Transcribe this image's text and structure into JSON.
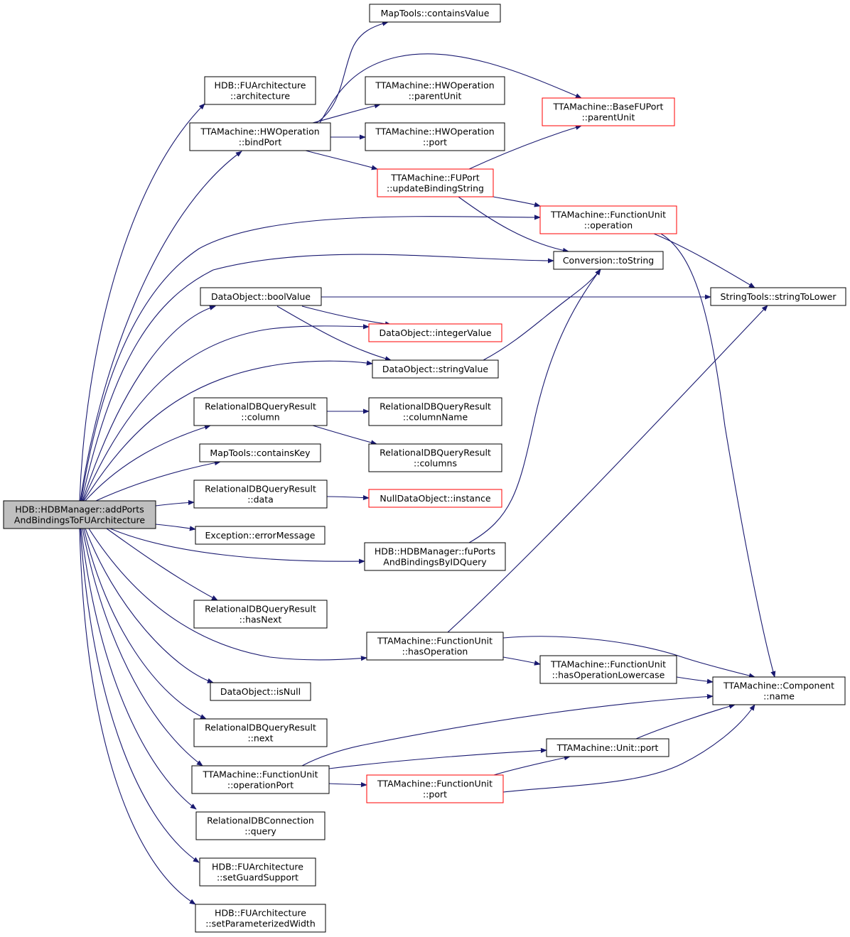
{
  "graph": {
    "root": "n_root",
    "colors": {
      "edge": "#191970",
      "node_border": "#000000",
      "highlight_border": "#ff0000",
      "root_fill": "#bfbfbf",
      "node_fill": "#ffffff"
    },
    "nodes": {
      "n_root": {
        "lines": [
          "HDB::HDBManager::addPorts",
          "AndBindingsToFUArchitecture"
        ],
        "style": "root"
      },
      "n_mt_cv": {
        "lines": [
          "MapTools::containsValue"
        ],
        "style": "normal"
      },
      "n_fua_arch": {
        "lines": [
          "HDB::FUArchitecture",
          "::architecture"
        ],
        "style": "normal"
      },
      "n_hwop_pu": {
        "lines": [
          "TTAMachine::HWOperation",
          "::parentUnit"
        ],
        "style": "normal"
      },
      "n_bfup_pu": {
        "lines": [
          "TTAMachine::BaseFUPort",
          "::parentUnit"
        ],
        "style": "highlight"
      },
      "n_hwop_bind": {
        "lines": [
          "TTAMachine::HWOperation",
          "::bindPort"
        ],
        "style": "normal"
      },
      "n_hwop_port": {
        "lines": [
          "TTAMachine::HWOperation",
          "::port"
        ],
        "style": "normal"
      },
      "n_fup_ubs": {
        "lines": [
          "TTAMachine::FUPort",
          "::updateBindingString"
        ],
        "style": "highlight"
      },
      "n_fu_op": {
        "lines": [
          "TTAMachine::FunctionUnit",
          "::operation"
        ],
        "style": "highlight"
      },
      "n_conv": {
        "lines": [
          "Conversion::toString"
        ],
        "style": "normal"
      },
      "n_do_bool": {
        "lines": [
          "DataObject::boolValue"
        ],
        "style": "normal"
      },
      "n_st_lower": {
        "lines": [
          "StringTools::stringToLower"
        ],
        "style": "normal"
      },
      "n_do_int": {
        "lines": [
          "DataObject::integerValue"
        ],
        "style": "highlight"
      },
      "n_do_str": {
        "lines": [
          "DataObject::stringValue"
        ],
        "style": "normal"
      },
      "n_rq_col": {
        "lines": [
          "RelationalDBQueryResult",
          "::column"
        ],
        "style": "normal"
      },
      "n_rq_colname": {
        "lines": [
          "RelationalDBQueryResult",
          "::columnName"
        ],
        "style": "normal"
      },
      "n_mt_ck": {
        "lines": [
          "MapTools::containsKey"
        ],
        "style": "normal"
      },
      "n_rq_cols": {
        "lines": [
          "RelationalDBQueryResult",
          "::columns"
        ],
        "style": "normal"
      },
      "n_rq_data": {
        "lines": [
          "RelationalDBQueryResult",
          "::data"
        ],
        "style": "normal"
      },
      "n_ndo_inst": {
        "lines": [
          "NullDataObject::instance"
        ],
        "style": "highlight"
      },
      "n_exc_msg": {
        "lines": [
          "Exception::errorMessage"
        ],
        "style": "normal"
      },
      "n_hdb_fupq": {
        "lines": [
          "HDB::HDBManager::fuPorts",
          "AndBindingsByIDQuery"
        ],
        "style": "normal"
      },
      "n_rq_hasnext": {
        "lines": [
          "RelationalDBQueryResult",
          "::hasNext"
        ],
        "style": "normal"
      },
      "n_fu_hasop": {
        "lines": [
          "TTAMachine::FunctionUnit",
          "::hasOperation"
        ],
        "style": "normal"
      },
      "n_fu_hasoplc": {
        "lines": [
          "TTAMachine::FunctionUnit",
          "::hasOperationLowercase"
        ],
        "style": "normal"
      },
      "n_comp_name": {
        "lines": [
          "TTAMachine::Component",
          "::name"
        ],
        "style": "normal"
      },
      "n_do_isnull": {
        "lines": [
          "DataObject::isNull"
        ],
        "style": "normal"
      },
      "n_rq_next": {
        "lines": [
          "RelationalDBQueryResult",
          "::next"
        ],
        "style": "normal"
      },
      "n_unit_port": {
        "lines": [
          "TTAMachine::Unit::port"
        ],
        "style": "normal"
      },
      "n_fu_opport": {
        "lines": [
          "TTAMachine::FunctionUnit",
          "::operationPort"
        ],
        "style": "normal"
      },
      "n_fu_port": {
        "lines": [
          "TTAMachine::FunctionUnit",
          "::port"
        ],
        "style": "highlight"
      },
      "n_rc_query": {
        "lines": [
          "RelationalDBConnection",
          "::query"
        ],
        "style": "normal"
      },
      "n_fua_guard": {
        "lines": [
          "HDB::FUArchitecture",
          "::setGuardSupport"
        ],
        "style": "normal"
      },
      "n_fua_paramw": {
        "lines": [
          "HDB::FUArchitecture",
          "::setParameterizedWidth"
        ],
        "style": "normal"
      }
    },
    "edges": [
      [
        "n_root",
        "n_fua_arch"
      ],
      [
        "n_root",
        "n_hwop_bind"
      ],
      [
        "n_root",
        "n_fu_op"
      ],
      [
        "n_root",
        "n_conv"
      ],
      [
        "n_root",
        "n_do_bool"
      ],
      [
        "n_root",
        "n_do_int"
      ],
      [
        "n_root",
        "n_do_str"
      ],
      [
        "n_root",
        "n_rq_col"
      ],
      [
        "n_root",
        "n_mt_ck"
      ],
      [
        "n_root",
        "n_rq_data"
      ],
      [
        "n_root",
        "n_exc_msg"
      ],
      [
        "n_root",
        "n_hdb_fupq"
      ],
      [
        "n_root",
        "n_rq_hasnext"
      ],
      [
        "n_root",
        "n_fu_hasop"
      ],
      [
        "n_root",
        "n_do_isnull"
      ],
      [
        "n_root",
        "n_rq_next"
      ],
      [
        "n_root",
        "n_fu_opport"
      ],
      [
        "n_root",
        "n_rc_query"
      ],
      [
        "n_root",
        "n_fua_guard"
      ],
      [
        "n_root",
        "n_fua_paramw"
      ],
      [
        "n_hwop_bind",
        "n_mt_cv"
      ],
      [
        "n_hwop_bind",
        "n_bfup_pu"
      ],
      [
        "n_hwop_bind",
        "n_hwop_pu"
      ],
      [
        "n_hwop_bind",
        "n_hwop_port"
      ],
      [
        "n_hwop_bind",
        "n_fup_ubs"
      ],
      [
        "n_fup_ubs",
        "n_bfup_pu"
      ],
      [
        "n_fup_ubs",
        "n_fu_op"
      ],
      [
        "n_fup_ubs",
        "n_conv"
      ],
      [
        "n_fu_op",
        "n_st_lower"
      ],
      [
        "n_fu_op",
        "n_comp_name"
      ],
      [
        "n_do_bool",
        "n_st_lower"
      ],
      [
        "n_do_bool",
        "n_do_int"
      ],
      [
        "n_do_bool",
        "n_do_str"
      ],
      [
        "n_do_str",
        "n_conv"
      ],
      [
        "n_rq_col",
        "n_rq_colname"
      ],
      [
        "n_rq_col",
        "n_rq_cols"
      ],
      [
        "n_rq_data",
        "n_ndo_inst"
      ],
      [
        "n_hdb_fupq",
        "n_conv"
      ],
      [
        "n_fu_hasop",
        "n_st_lower"
      ],
      [
        "n_fu_hasop",
        "n_comp_name"
      ],
      [
        "n_fu_hasop",
        "n_fu_hasoplc"
      ],
      [
        "n_fu_hasoplc",
        "n_comp_name"
      ],
      [
        "n_fu_opport",
        "n_comp_name"
      ],
      [
        "n_fu_opport",
        "n_unit_port"
      ],
      [
        "n_fu_opport",
        "n_fu_port"
      ],
      [
        "n_fu_port",
        "n_unit_port"
      ],
      [
        "n_fu_port",
        "n_comp_name"
      ],
      [
        "n_unit_port",
        "n_comp_name"
      ]
    ]
  }
}
